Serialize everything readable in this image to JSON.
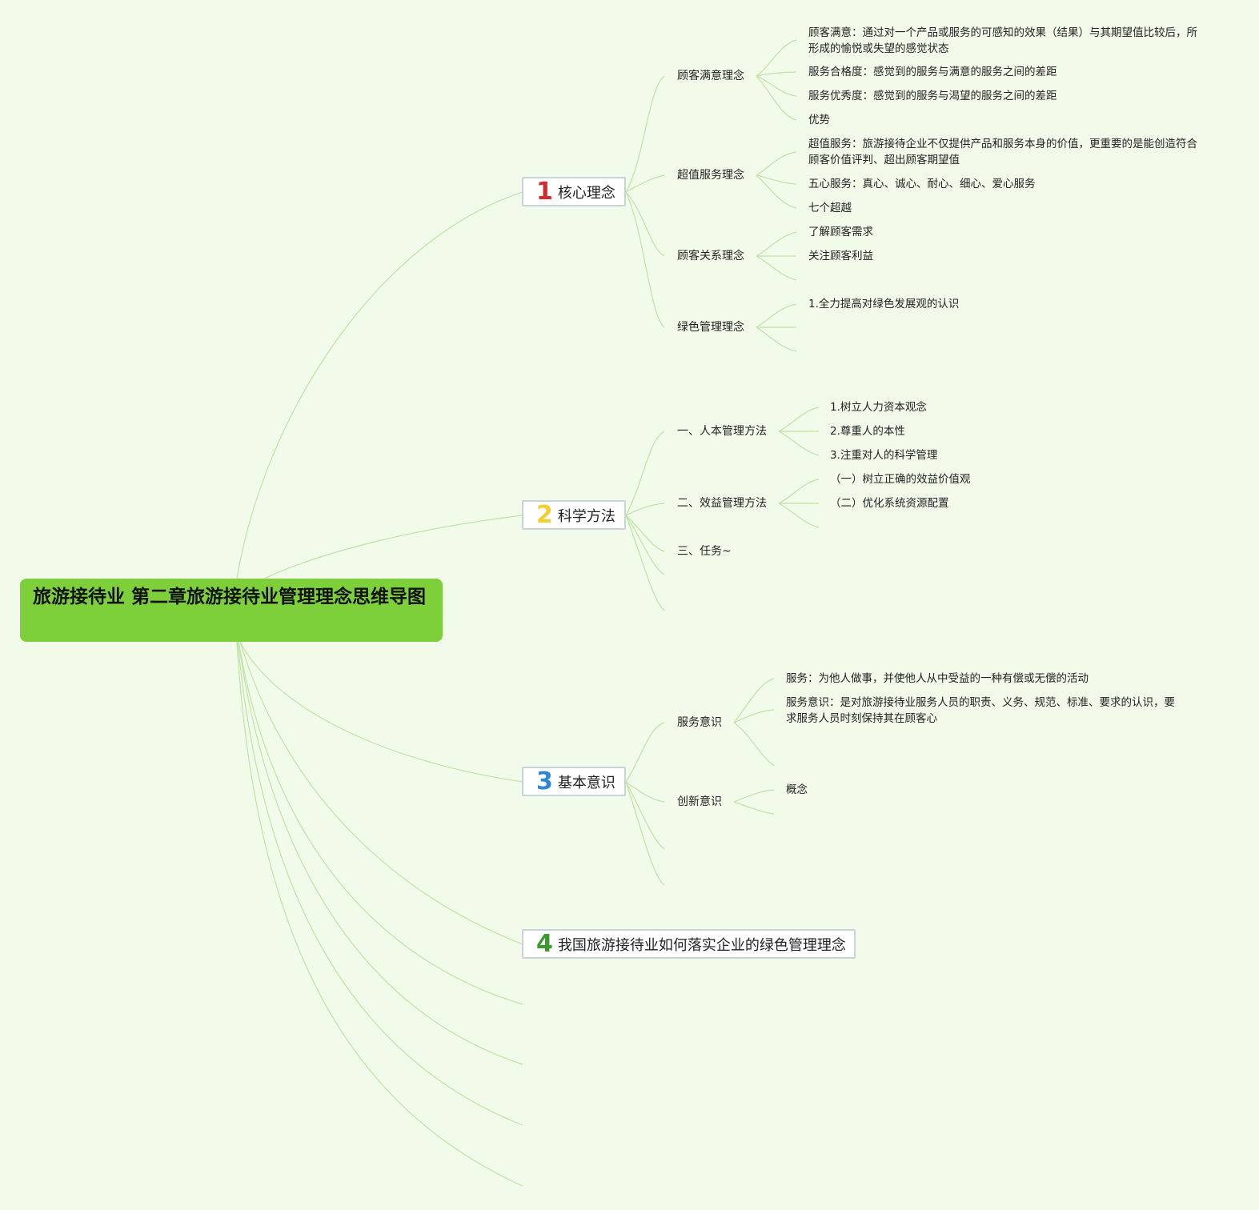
{
  "root": {
    "title": "旅游接待业 第二章旅游接待业管理理念思维导图"
  },
  "colors": {
    "root_bg": "#7ed03a",
    "background": "#f2faea",
    "link": "#bfe3a6",
    "num1": "#d42a2a",
    "num2": "#f2cf2e",
    "num3": "#2f86d6",
    "num4": "#3b9a2c"
  },
  "branches": [
    {
      "num": "1",
      "label": "核心理念",
      "subs": [
        {
          "label": "顾客满意理念",
          "leaves": [
            "顾客满意：通过对一个产品或服务的可感知的效果（结果）与其期望值比较后，所形成的愉悦或失望的感觉状态",
            "服务合格度：感觉到的服务与满意的服务之间的差距",
            "服务优秀度：感觉到的服务与渴望的服务之间的差距",
            "优势"
          ]
        },
        {
          "label": "超值服务理念",
          "leaves": [
            "超值服务：旅游接待企业不仅提供产品和服务本身的价值，更重要的是能创造符合顾客价值评判、超出顾客期望值",
            "五心服务：真心、诚心、耐心、细心、爱心服务",
            "七个超越"
          ]
        },
        {
          "label": "顾客关系理念",
          "leaves": [
            "了解顾客需求",
            "关注顾客利益"
          ]
        },
        {
          "label": "绿色管理理念",
          "leaves": [
            "1.全力提高对绿色发展观的认识"
          ]
        }
      ]
    },
    {
      "num": "2",
      "label": "科学方法",
      "subs": [
        {
          "label": "一、人本管理方法",
          "leaves": [
            "1.树立人力资本观念",
            "2.尊重人的本性",
            "3.注重对人的科学管理"
          ]
        },
        {
          "label": "二、效益管理方法",
          "leaves": [
            "（一）树立正确的效益价值观",
            "（二）优化系统资源配置"
          ]
        },
        {
          "label": "三、任务~",
          "leaves": []
        }
      ]
    },
    {
      "num": "3",
      "label": "基本意识",
      "subs": [
        {
          "label": "服务意识",
          "leaves": [
            "服务：为他人做事，并使他人从中受益的一种有偿或无偿的活动",
            "服务意识：是对旅游接待业服务人员的职责、义务、规范、标准、要求的认识，要求服务人员时刻保持其在顾客心"
          ]
        },
        {
          "label": "创新意识",
          "leaves": [
            "概念"
          ]
        }
      ]
    },
    {
      "num": "4",
      "label": "我国旅游接待业如何落实企业的绿色管理理念",
      "subs": []
    }
  ]
}
